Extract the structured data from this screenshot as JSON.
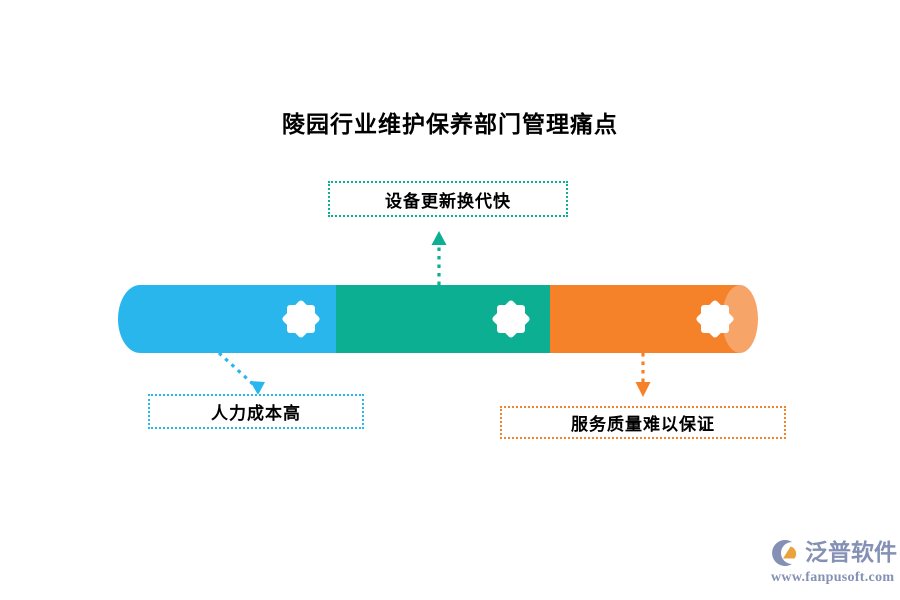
{
  "page": {
    "title": "陵园行业维护保养部门管理痛点",
    "background_color": "#FFFFFF"
  },
  "diagram": {
    "type": "segmented-cylinder-infographic",
    "tube": {
      "segments": [
        {
          "id": "segment-1",
          "color": "#29B6EC",
          "icon": "eight-point-star-icon",
          "linked_callout": "人力成本高"
        },
        {
          "id": "segment-2",
          "color": "#0CAF92",
          "icon": "eight-point-star-icon",
          "linked_callout": "设备更新换代快"
        },
        {
          "id": "segment-3",
          "color": "#F58229",
          "cap_color": "#F7A469",
          "icon": "eight-point-star-icon",
          "linked_callout": "服务质量难以保证"
        }
      ]
    },
    "callouts": [
      {
        "id": "callout-top",
        "label": "设备更新换代快",
        "color": "#0CAF92",
        "position": "top",
        "connector": "arrow-up-dotted"
      },
      {
        "id": "callout-left",
        "label": "人力成本高",
        "color": "#29B6EC",
        "position": "bottom-left",
        "connector": "arrow-down-dotted-diagonal"
      },
      {
        "id": "callout-right",
        "label": "服务质量难以保证",
        "color": "#F58229",
        "position": "bottom-right",
        "connector": "arrow-down-dotted"
      }
    ]
  },
  "logo": {
    "brand_name": "泛普软件",
    "url": "www.fanpusoft.com",
    "text_color": "#8491B5",
    "accent_color": "#E8A33D"
  }
}
